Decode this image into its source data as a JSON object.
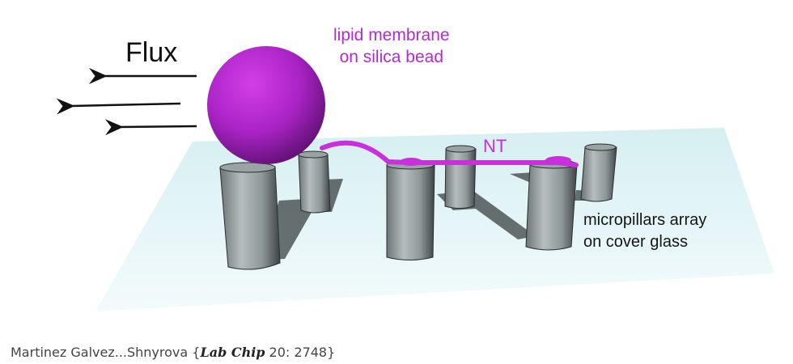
{
  "figure": {
    "labels": {
      "flux": "Flux",
      "membrane_line1": "lipid membrane",
      "membrane_line2": "on silica bead",
      "nanotube": "NT",
      "pillars_line1": "micropillars array",
      "pillars_line2": "on cover glass"
    },
    "colors": {
      "bead": "#9b1fb8",
      "nanotube": "#c92fdc",
      "membrane_text": "#b22ad0",
      "glass": "#d9f1f4",
      "pillar": "#8f9899"
    },
    "elements": [
      "flux-arrows",
      "silica-bead",
      "membrane-nanotube",
      "micropillars",
      "cover-glass"
    ]
  },
  "caption": {
    "authors": "Martinez Galvez...Shnyrova {",
    "journal": "Lab Chip",
    "citation": " 20: 2748}"
  }
}
